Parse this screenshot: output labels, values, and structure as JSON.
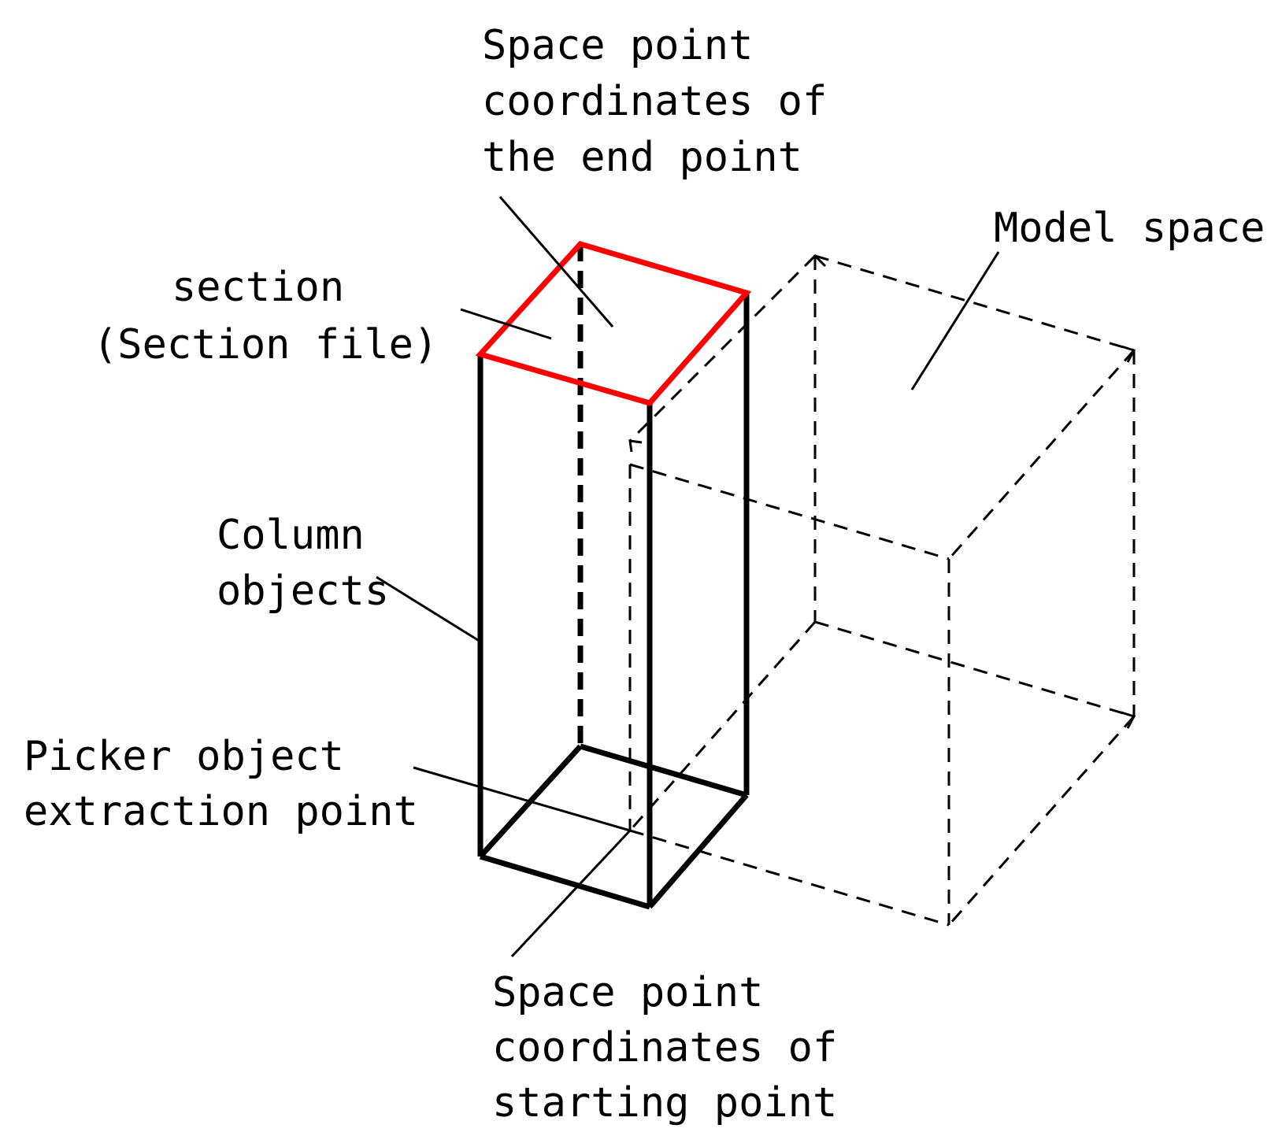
{
  "labels": {
    "end_point": [
      "Space point",
      "coordinates of",
      "the end point"
    ],
    "model_space": [
      "Model space"
    ],
    "section": [
      "section",
      "(Section file)"
    ],
    "column_objects": [
      "Column",
      "objects"
    ],
    "picker": [
      "Picker object",
      "extraction point"
    ],
    "start_point": [
      "Space point",
      "coordinates of",
      "starting point"
    ]
  },
  "colors": {
    "ink": "#000000",
    "section_outline": "#ff0000"
  }
}
